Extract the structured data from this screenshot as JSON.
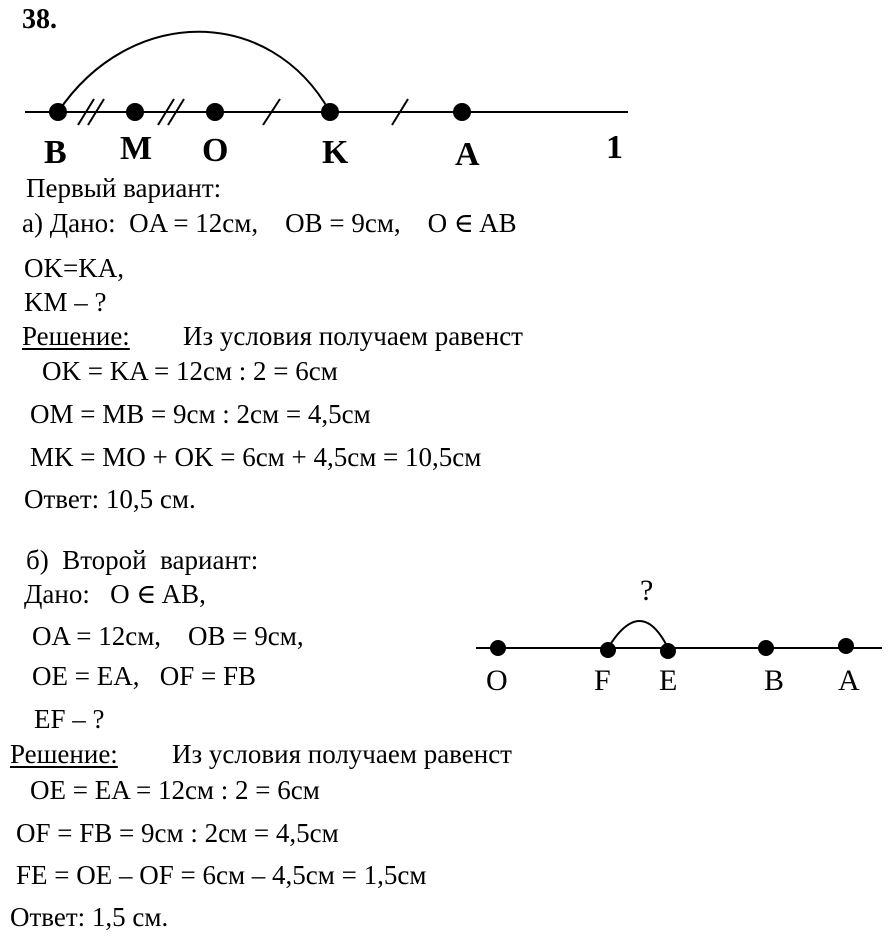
{
  "problem_number": "38.",
  "diagram1": {
    "points": [
      "B",
      "M",
      "O",
      "K",
      "A"
    ],
    "end_label": "1"
  },
  "variant1": {
    "heading": "Первый вариант:",
    "given": "а) Дано:  OA = 12см,    OB = 9см,    O ∈ AB",
    "cond1": "OK=KA,",
    "question": "KM – ?",
    "solution_label": "Решение:",
    "solution_text": "Из условия получаем равенст",
    "eq1": "OK = KA = 12см : 2 = 6см",
    "eq2": "OM = MB = 9см : 2см = 4,5см",
    "eq3": "MK = MO + OK = 6см + 4,5см = 10,5см",
    "answer": "Ответ: 10,5 см."
  },
  "variant2": {
    "heading": "б)  Второй  вариант:",
    "given": "Дано:   O ∈ AB,",
    "cond1": "OA = 12см,    OB = 9см,",
    "cond2": "OE = EA,   OF = FB",
    "question": "EF – ?",
    "solution_label": "Решение:",
    "solution_text": "Из условия получаем равенст",
    "eq1": "OE = EA = 12см : 2 = 6см",
    "eq2": "OF = FB = 9см : 2см = 4,5см",
    "eq3": "FE = OE – OF = 6см – 4,5см = 1,5см",
    "answer": "Ответ: 1,5 см."
  },
  "diagram2": {
    "points": [
      "O",
      "F",
      "E",
      "B",
      "A"
    ],
    "question_mark": "?"
  }
}
